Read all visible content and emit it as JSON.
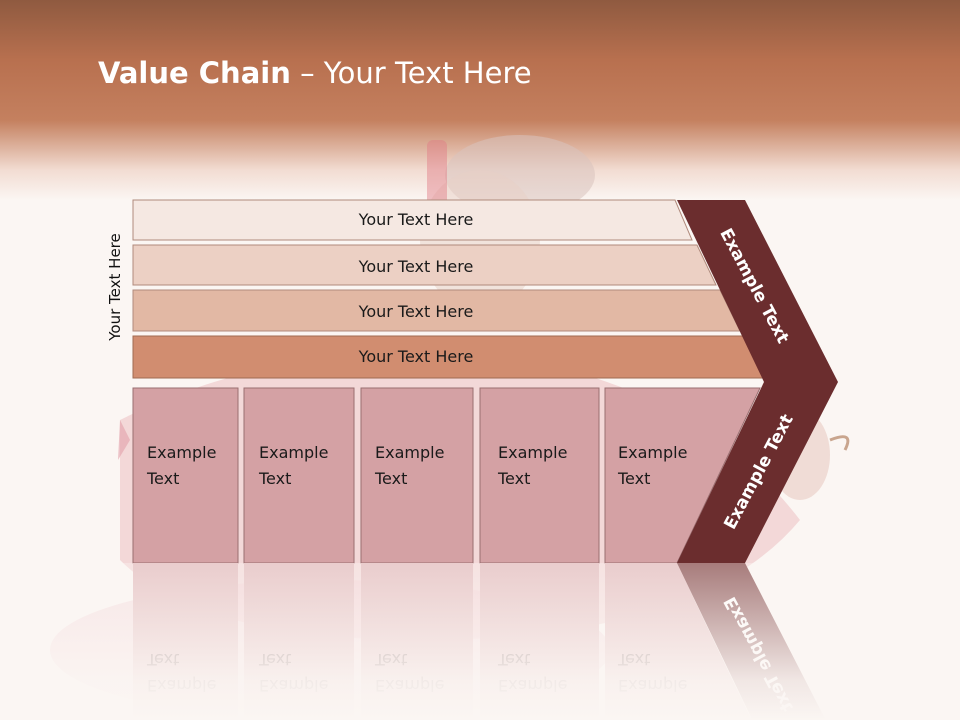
{
  "slide": {
    "title_bold": "Value Chain",
    "title_rest": " – Your Text Here",
    "side_label": "Your Text Here"
  },
  "bars": [
    {
      "label": "Your Text Here",
      "color": "#f5e8e2"
    },
    {
      "label": "Your Text Here",
      "color": "#ecd0c4"
    },
    {
      "label": "Your Text Here",
      "color": "#e2b8a4"
    },
    {
      "label": "Your Text Here",
      "color": "#d18d70"
    }
  ],
  "cells": [
    {
      "line1": "Example",
      "line2": "Text"
    },
    {
      "line1": "Example",
      "line2": "Text"
    },
    {
      "line1": "Example",
      "line2": "Text"
    },
    {
      "line1": "Example",
      "line2": "Text"
    },
    {
      "line1": "Example",
      "line2": "Text"
    }
  ],
  "arrow_top": "Example Text",
  "arrow_bottom": "Example Text",
  "colors": {
    "header": "#b8704f",
    "cell_fill": "#d4a1a4",
    "arrow_fill": "#6b2d2e"
  }
}
